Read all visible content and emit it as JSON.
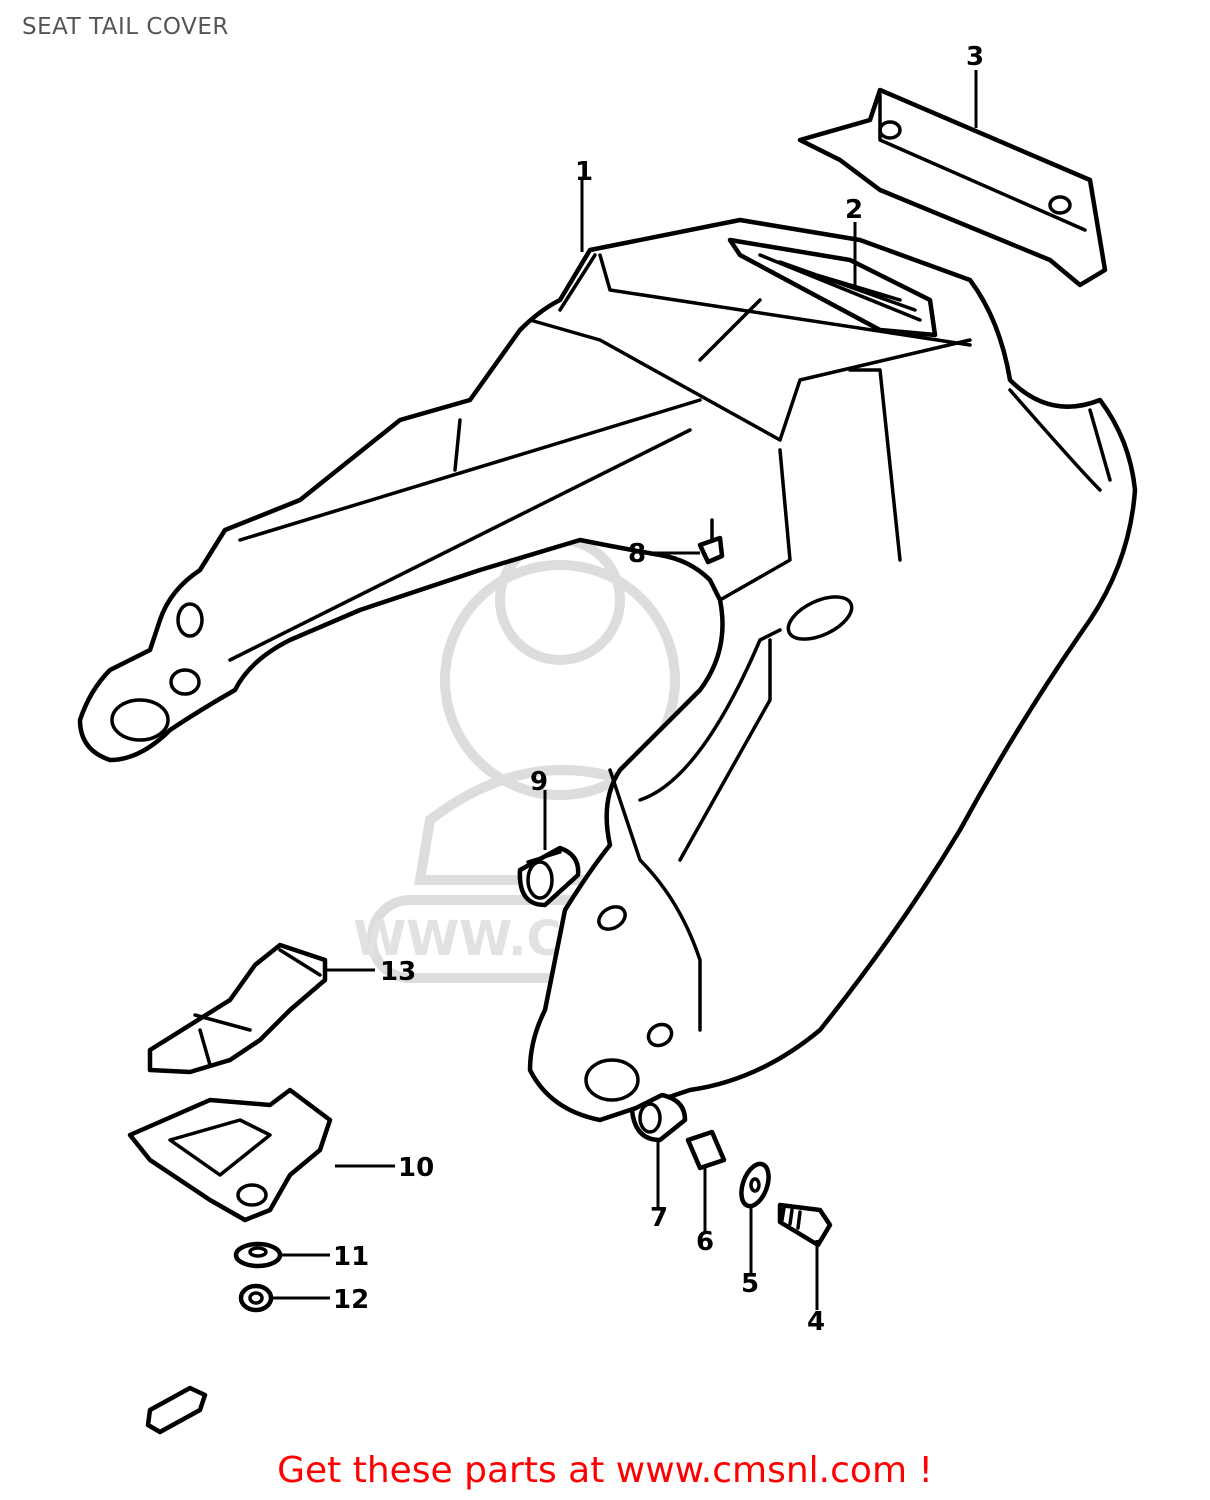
{
  "title": "SEAT TAIL COVER",
  "watermark": "WWW.CMSNL.COM",
  "footer": "Get these parts at www.cmsnl.com !",
  "callouts": [
    "1",
    "2",
    "3",
    "4",
    "5",
    "6",
    "7",
    "8",
    "9",
    "10",
    "11",
    "12",
    "13"
  ],
  "colors": {
    "line": "#000000",
    "title": "#555555",
    "footer": "#ff0000",
    "watermark": "#dddddd"
  }
}
